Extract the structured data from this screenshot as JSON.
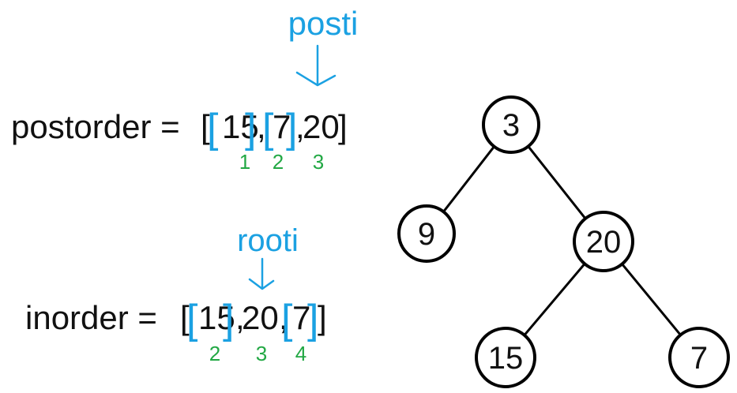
{
  "colors": {
    "text": "#111111",
    "accent": "#1ba1e2",
    "index": "#22a844",
    "node_stroke": "#000000",
    "node_fill": "#ffffff"
  },
  "postorder": {
    "label": "postorder =",
    "open_bracket": "[",
    "close_bracket": "]",
    "comma": ",",
    "values": [
      "15",
      "7",
      "20"
    ],
    "indices": [
      "1",
      "2",
      "3"
    ],
    "pointer_label": "posti"
  },
  "inorder": {
    "label": "inorder =",
    "open_bracket": "[",
    "close_bracket": "]",
    "comma": ",",
    "values": [
      "15",
      "20",
      "7"
    ],
    "indices": [
      "2",
      "3",
      "4"
    ],
    "pointer_label": "rooti"
  },
  "tree": {
    "nodes": [
      {
        "id": "n3",
        "label": "3"
      },
      {
        "id": "n9",
        "label": "9"
      },
      {
        "id": "n20",
        "label": "20"
      },
      {
        "id": "n15",
        "label": "15"
      },
      {
        "id": "n7",
        "label": "7"
      }
    ],
    "edges": [
      {
        "from": "n3",
        "to": "n9"
      },
      {
        "from": "n3",
        "to": "n20"
      },
      {
        "from": "n20",
        "to": "n15"
      },
      {
        "from": "n20",
        "to": "n7"
      }
    ]
  }
}
